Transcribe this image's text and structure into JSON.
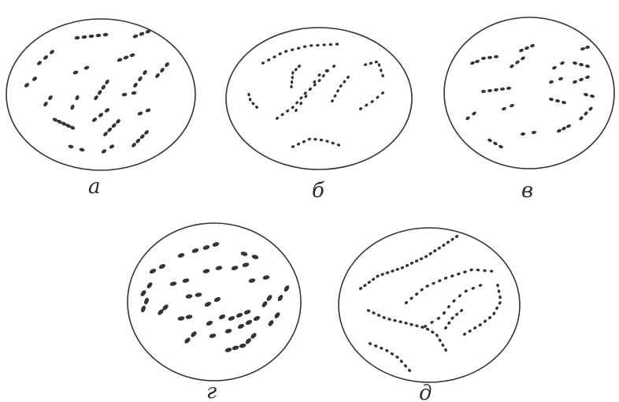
{
  "figure": {
    "panels": [
      {
        "id": "a",
        "label": "а",
        "chain_style": "short pairs and short chains"
      },
      {
        "id": "b",
        "label": "б",
        "chain_style": "long dotted chains"
      },
      {
        "id": "v",
        "label": "в",
        "chain_style": "short pairs"
      },
      {
        "id": "g",
        "label": "г",
        "chain_style": "pairs of larger elongated cells"
      },
      {
        "id": "d",
        "label": "д",
        "chain_style": "long branching dotted chains"
      }
    ],
    "colors": {
      "cells": "#3a3132",
      "outline": "#333333",
      "background": "#ffffff"
    }
  }
}
